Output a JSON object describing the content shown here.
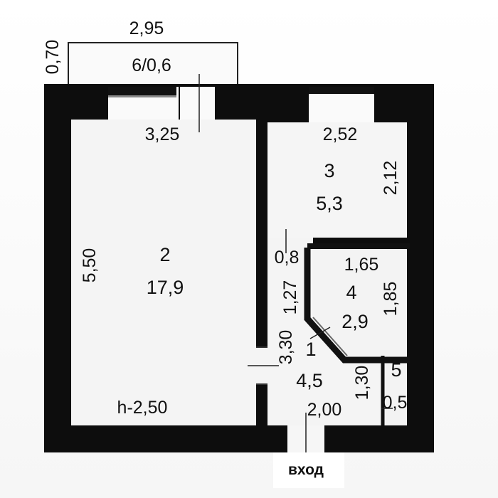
{
  "balcony": {
    "width": "2,95",
    "depth": "0,70",
    "id_area": "6/0,6"
  },
  "rooms": {
    "room2": {
      "number": "2",
      "area": "17,9",
      "width": "3,25",
      "length": "5,50",
      "ceiling": "h-2,50"
    },
    "room3": {
      "number": "3",
      "area": "5,3",
      "width": "2,52",
      "length": "2,12"
    },
    "room4": {
      "number": "4",
      "area": "2,9",
      "width": "1,65",
      "length": "1,85"
    },
    "room1": {
      "number": "1",
      "area": "4,5",
      "width": "2,00",
      "length": "3,30",
      "side": "1,27",
      "passage": "0,8"
    },
    "room5": {
      "number": "5",
      "width": "0,5",
      "length": "1,30"
    }
  },
  "entrance": {
    "label": "вход"
  },
  "colors": {
    "wall": "#0d0d0d",
    "line": "#1a1a1a",
    "background": "#ffffff",
    "floor_tint": "#f4f4f4"
  }
}
